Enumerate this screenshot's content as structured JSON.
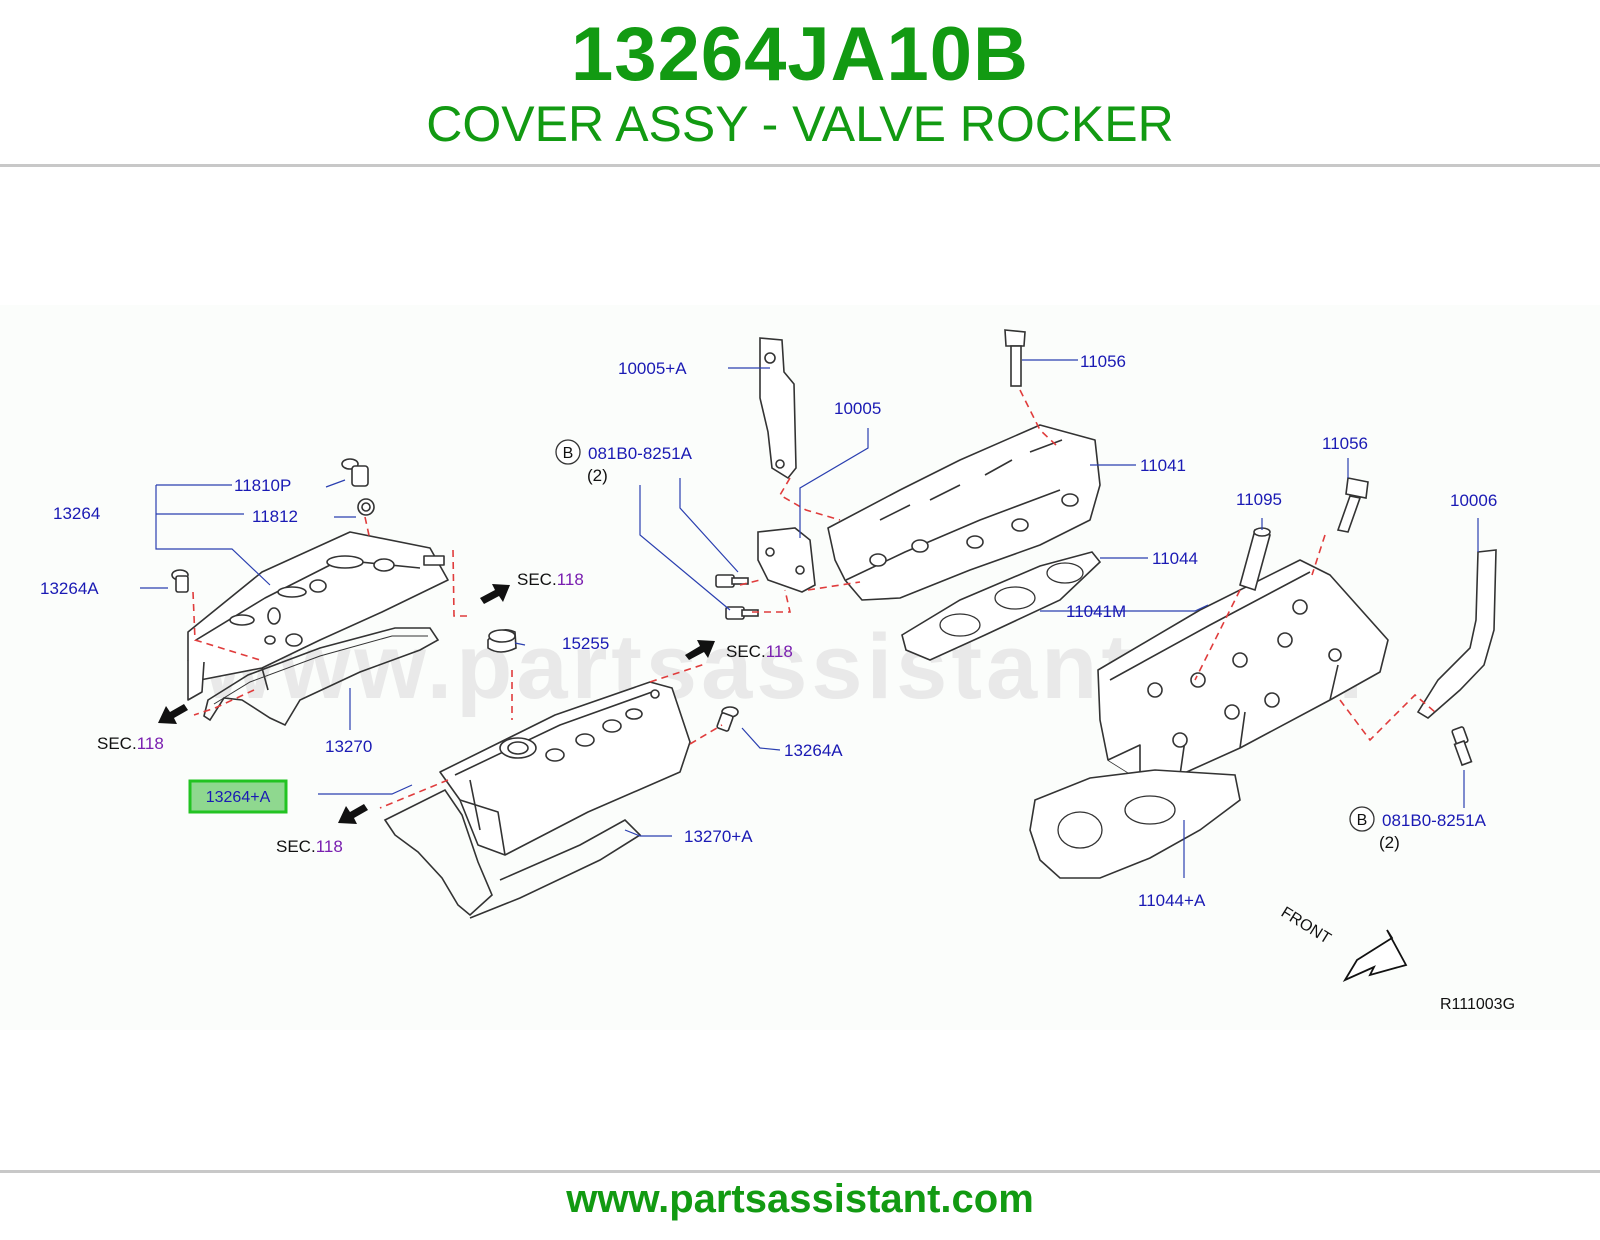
{
  "header": {
    "part_number": "13264JA10B",
    "part_name": "COVER ASSY - VALVE ROCKER"
  },
  "diagram": {
    "watermark": "www.partsassistant.com",
    "callouts": {
      "c13264": "13264",
      "c11810P": "11810P",
      "c11812": "11812",
      "c13264A_left": "13264A",
      "c13270": "13270",
      "c15255": "15255",
      "c13264A_right": "13264A",
      "c13264_plus_A": "13264+A",
      "c13270_plus_A": "13270+A",
      "c10005_plus_A": "10005+A",
      "c10005": "10005",
      "c081B0_top": "081B0-8251A",
      "qty_top": "(2)",
      "c11056_top": "11056",
      "c11041": "11041",
      "c11044": "11044",
      "c11095": "11095",
      "c11056_right": "11056",
      "c10006": "10006",
      "c11041M": "11041M",
      "c081B0_bottom": "081B0-8251A",
      "qty_bottom": "(2)",
      "c11044_plus_A": "11044+A"
    },
    "circle_letter": "B",
    "sec_prefix": "SEC.",
    "sec_number": "118",
    "front_label": "FRONT",
    "figure_code": "R111003G",
    "colors": {
      "callout": "#1a1ab4",
      "sec_number": "#7a1fb0",
      "highlight_border": "#22c322",
      "highlight_fill": "#8fd88f",
      "dashed": "#e03c3c",
      "leader": "#2a3fb0"
    }
  },
  "footer": {
    "url": "www.partsassistant.com"
  }
}
